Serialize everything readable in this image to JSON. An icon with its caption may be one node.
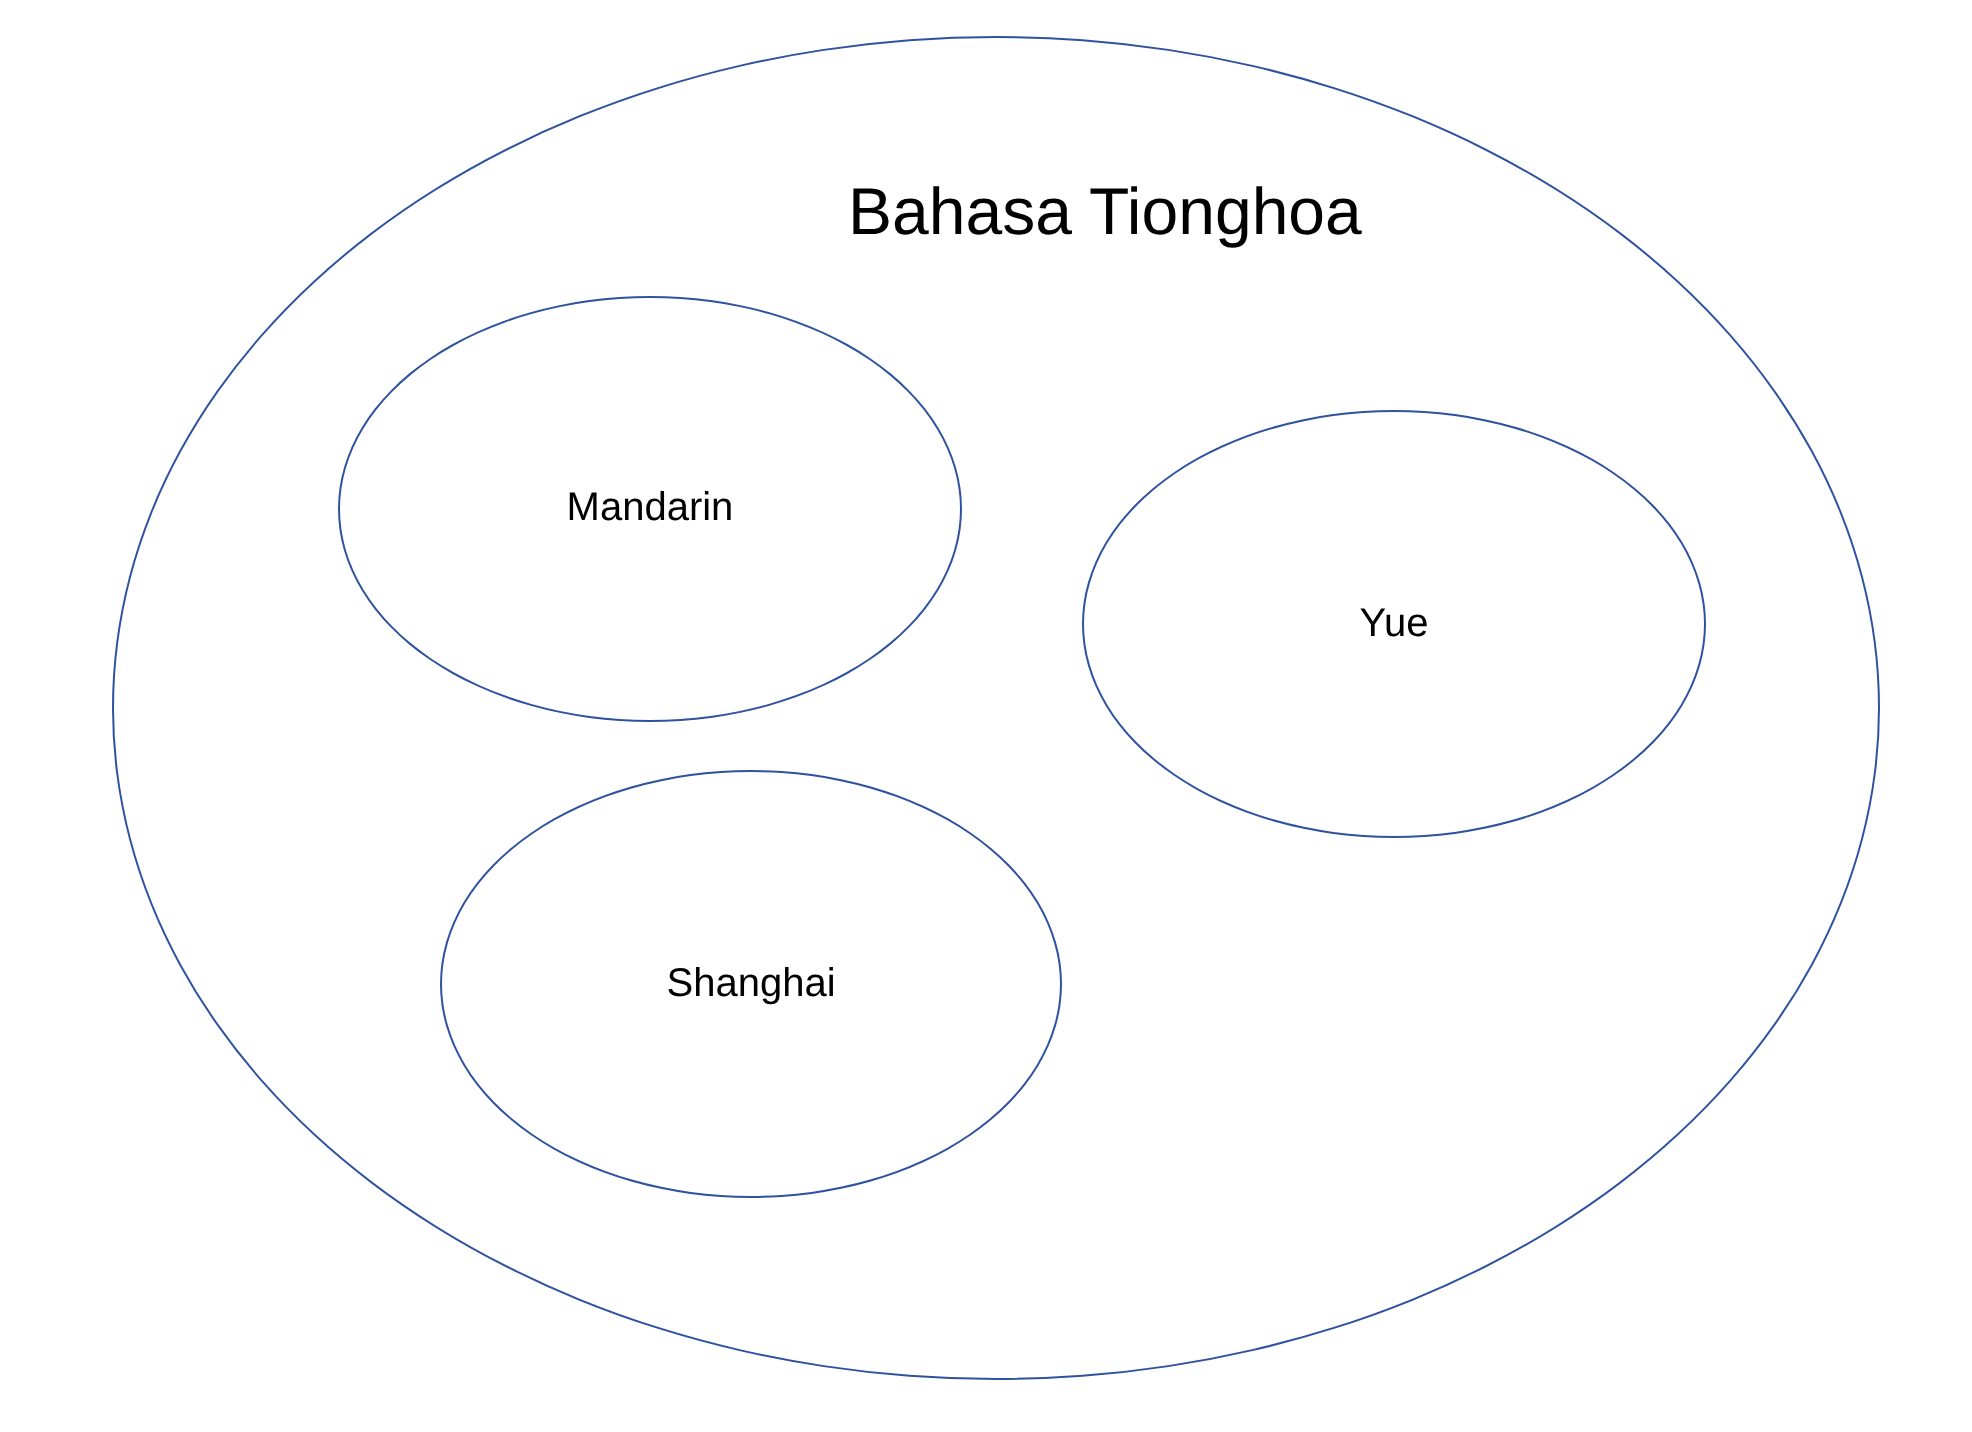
{
  "diagram": {
    "nodes": [
      {
        "text": [
          "Bahasa Tionghoa"
        ]
      },
      {
        "text": [
          "Mandarin"
        ],
        "in": 0
      },
      {
        "text": [
          "Yue"
        ],
        "in": 0
      },
      {
        "text": [
          "Shanghai"
        ],
        "in": 0
      }
    ]
  }
}
